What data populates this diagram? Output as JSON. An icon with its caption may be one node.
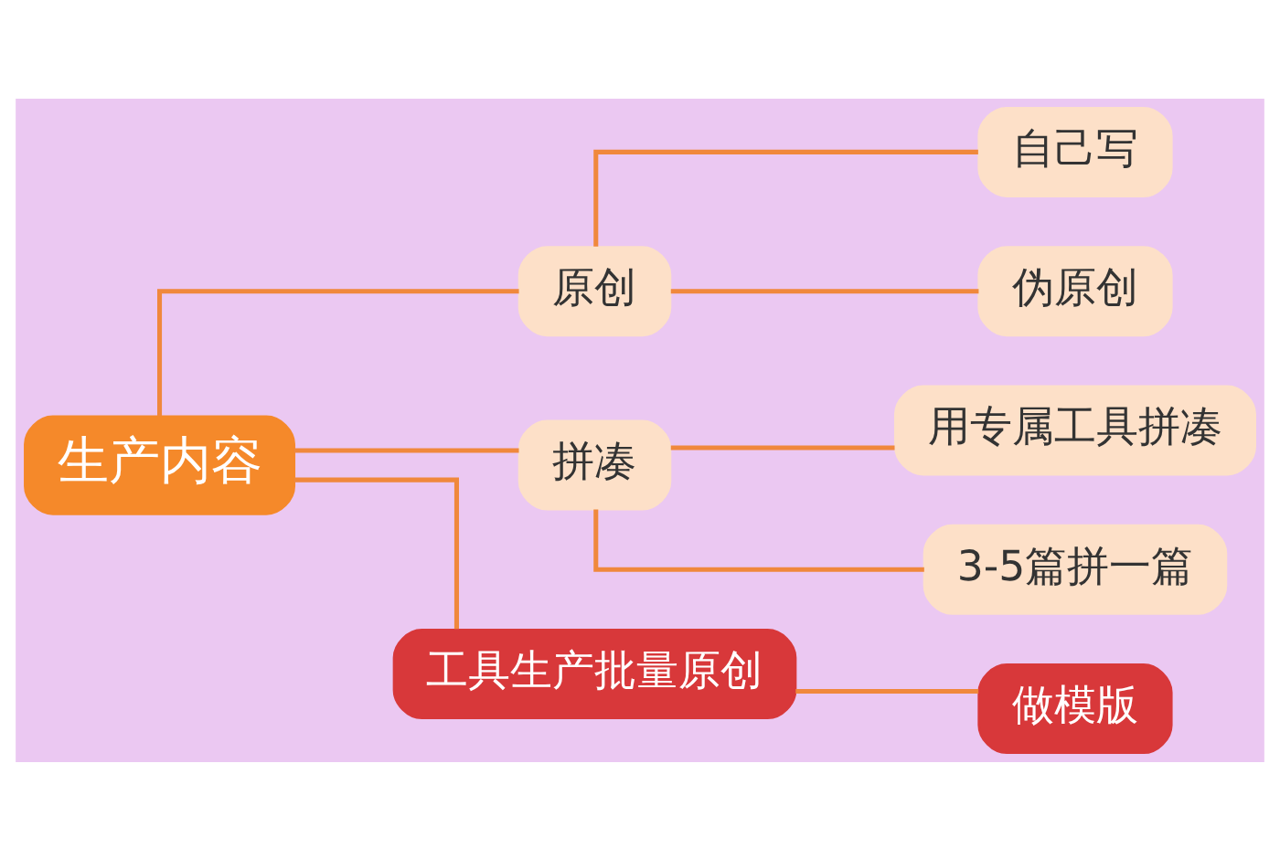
{
  "diagram": {
    "nodes": [
      {
        "text": [
          "生产内容"
        ]
      },
      {
        "text": [
          "原创"
        ]
      },
      {
        "text": [
          "自己写"
        ]
      },
      {
        "text": [
          "伪原创"
        ]
      },
      {
        "text": [
          "拼凑"
        ]
      },
      {
        "text": [
          "用专属工具拼凑"
        ]
      },
      {
        "text": [
          "3-5篇拼一篇"
        ]
      },
      {
        "text": [
          "工具生产批量原创"
        ]
      },
      {
        "text": [
          "做模版"
        ]
      }
    ],
    "edges": [
      {
        "from": 0,
        "to": 1,
        "arrow": "none"
      },
      {
        "from": 1,
        "to": 2,
        "arrow": "none"
      },
      {
        "from": 1,
        "to": 3,
        "arrow": "none"
      },
      {
        "from": 0,
        "to": 4,
        "arrow": "none"
      },
      {
        "from": 4,
        "to": 5,
        "arrow": "none"
      },
      {
        "from": 4,
        "to": 6,
        "arrow": "none"
      },
      {
        "from": 0,
        "to": 7,
        "arrow": "none"
      },
      {
        "from": 7,
        "to": 8,
        "arrow": "none"
      }
    ]
  }
}
